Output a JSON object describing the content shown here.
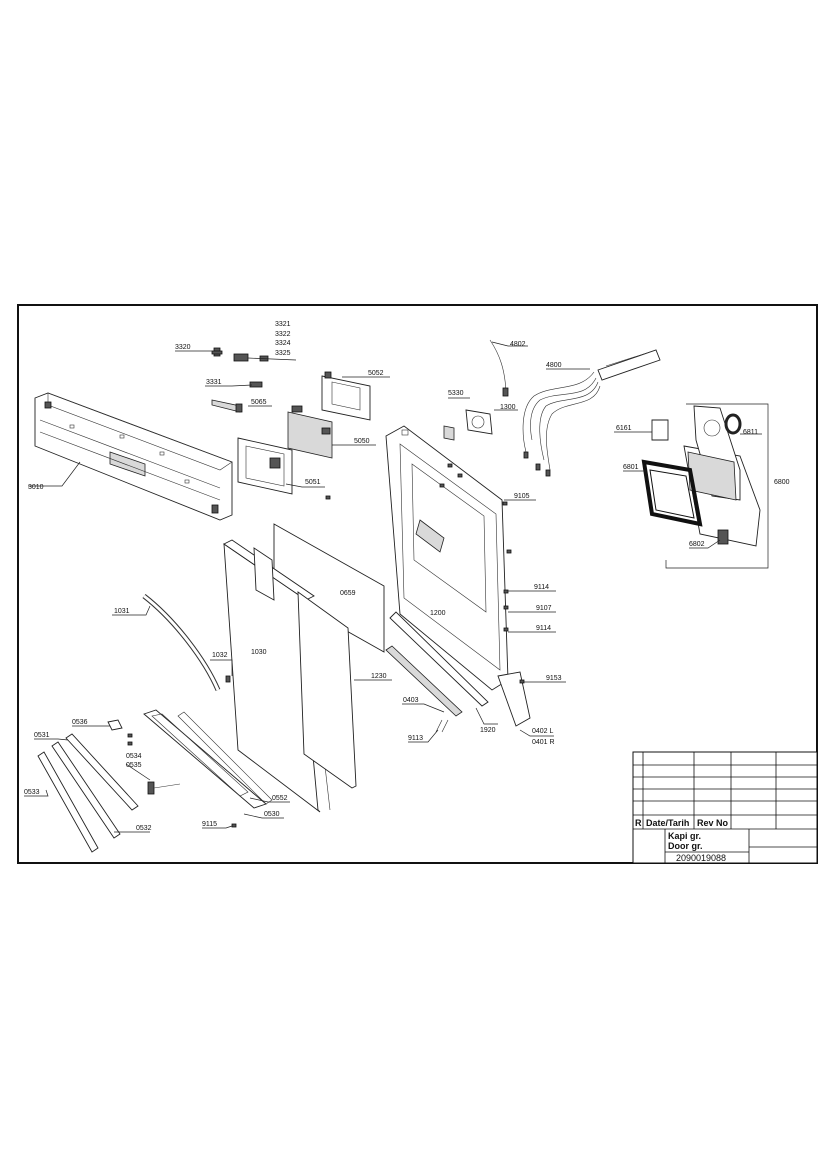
{
  "parts": {
    "p3321": "3321",
    "p3322": "3322",
    "p3324": "3324",
    "p3325": "3325",
    "p3320": "3320",
    "p3331": "3331",
    "p5065": "5065",
    "p5052": "5052",
    "p5050": "5050",
    "p5051": "5051",
    "p3010": "3010",
    "p4802": "4802",
    "p4800": "4800",
    "p5330": "5330",
    "p1300": "1300",
    "p6161": "6161",
    "p6811": "6811",
    "p6801": "6801",
    "p6800": "6800",
    "p6802": "6802",
    "p9105": "9105",
    "p9114a": "9114",
    "p9107": "9107",
    "p9114b": "9114",
    "p9153": "9153",
    "p0659": "0659",
    "p1200": "1200",
    "p1031": "1031",
    "p1032": "1032",
    "p1030": "1030",
    "p1230": "1230",
    "p0403": "0403",
    "p1920": "1920",
    "p0402L": "0402 L",
    "p0401R": "0401 R",
    "p9113": "9113",
    "p0536": "0536",
    "p0531": "0531",
    "p0534": "0534",
    "p0535": "0535",
    "p0533": "0533",
    "p0552": "0552",
    "p0530": "0530",
    "p9115": "9115",
    "p0532": "0532"
  },
  "title_block": {
    "rev_col_r": "R",
    "rev_col_date": "Date/Tarih",
    "rev_col_revno": "Rev No",
    "name_tr": "Kapi gr.",
    "name_en": "Door gr.",
    "drawing_no": "2090019088"
  }
}
